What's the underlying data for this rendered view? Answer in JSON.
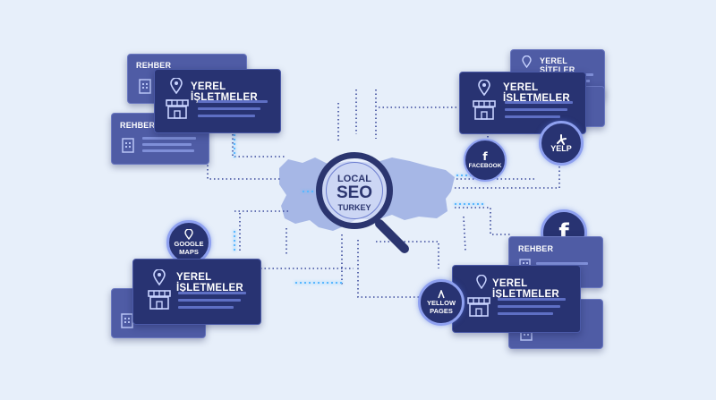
{
  "center": {
    "line1": "LOCAL",
    "line2": "SEO",
    "line3": "TURKEY"
  },
  "cards": {
    "top_left_back1": "REHBER",
    "top_left_back2": "REHBER",
    "top_left_front": "YEREL İŞLETMELER",
    "top_right_back": "YEREL SİTELER",
    "top_right_front": "YEREL İŞLETMELER",
    "bottom_left_front": "YEREL İŞLETMELER",
    "bottom_right_back": "REHBER",
    "bottom_right_front": "YEREL İŞLETMELER"
  },
  "badges": {
    "google": {
      "line1": "GOOGLE",
      "line2": "MAPS"
    },
    "facebook_small": "FACEBOOK",
    "yelp": "YELP",
    "yellow": {
      "line1": "YELLOW",
      "line2": "PAGES"
    }
  },
  "icons": [
    "building-icon",
    "pin-icon",
    "storefront-icon",
    "facebook-icon",
    "yelp-icon"
  ],
  "colors": {
    "background": "#e7effa",
    "card_front": "#283372",
    "card_back": "#4f5ca5",
    "accent": "#8ea0f0",
    "glow": "#5ab8ff"
  }
}
